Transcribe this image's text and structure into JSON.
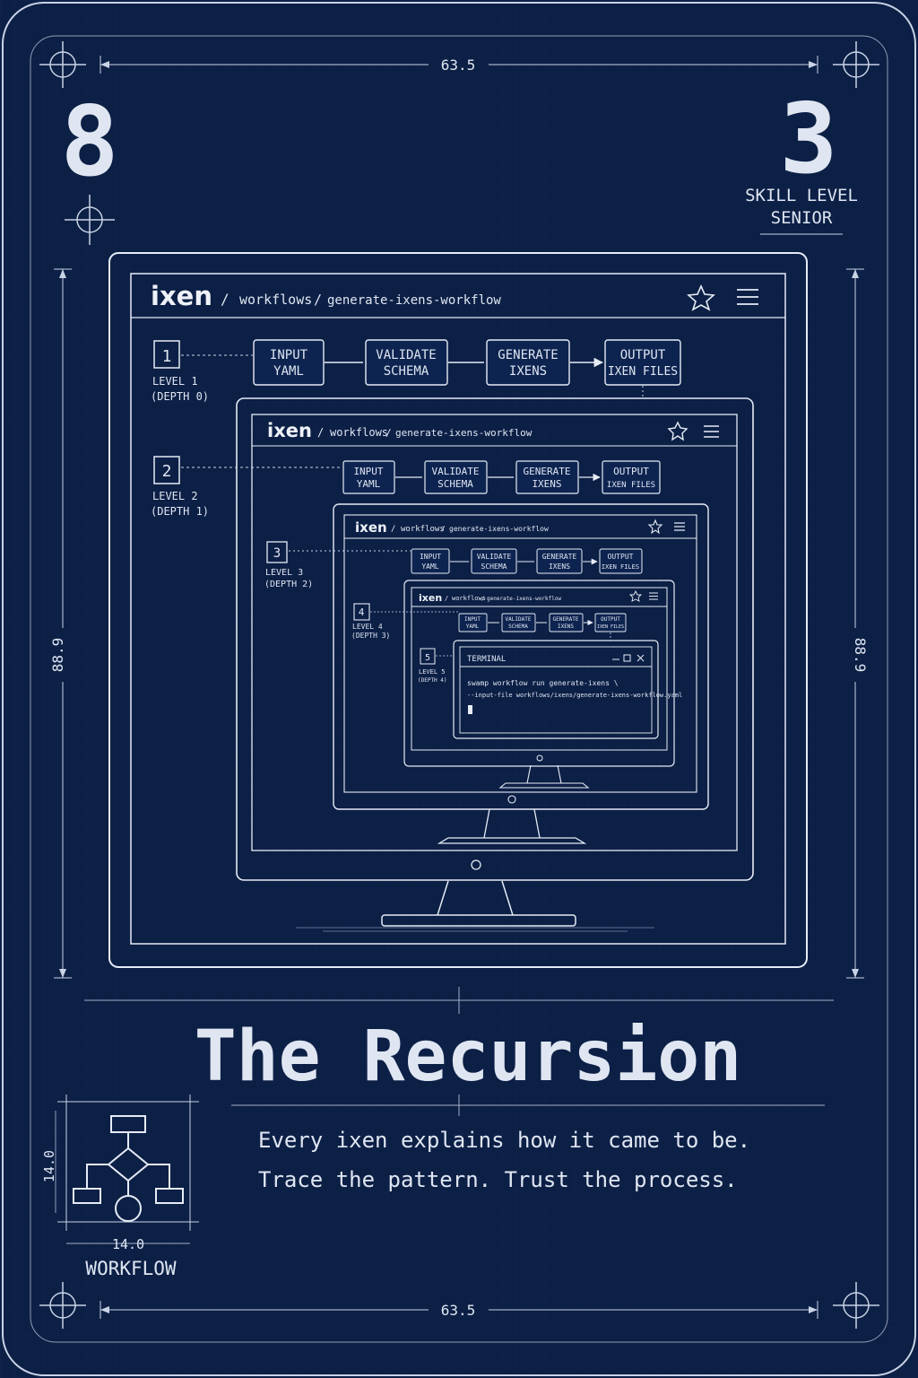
{
  "card": {
    "rank": "8",
    "skill_number": "3",
    "skill_label": "SKILL LEVEL",
    "skill_name": "SENIOR",
    "title": "The Recursion",
    "tagline_1": "Every ixen explains how it came to be.",
    "tagline_2": "Trace the pattern. Trust the process.",
    "category": "WORKFLOW",
    "dim_width": "63.5",
    "dim_height": "88.9",
    "icon_dim": "14.0"
  },
  "app": {
    "brand": "ixen",
    "crumb_1": "workflows",
    "crumb_2": "generate-ixens-workflow",
    "sep": "/"
  },
  "pipeline": {
    "step_1_a": "INPUT",
    "step_1_b": "YAML",
    "step_2_a": "VALIDATE",
    "step_2_b": "SCHEMA",
    "step_3_a": "GENERATE",
    "step_3_b": "IXENS",
    "step_4_a": "OUTPUT",
    "step_4_b": "IXEN FILES"
  },
  "levels": [
    {
      "num": "1",
      "label": "LEVEL 1",
      "depth": "(DEPTH 0)"
    },
    {
      "num": "2",
      "label": "LEVEL 2",
      "depth": "(DEPTH 1)"
    },
    {
      "num": "3",
      "label": "LEVEL 3",
      "depth": "(DEPTH 2)"
    },
    {
      "num": "4",
      "label": "LEVEL 4",
      "depth": "(DEPTH 3)"
    },
    {
      "num": "5",
      "label": "LEVEL 5",
      "depth": "(DEPTH 4)"
    }
  ],
  "terminal": {
    "title": "TERMINAL",
    "line_1": "swamp workflow run generate-ixens \\",
    "line_2": "--input-file workflows/ixens/generate-ixens-workflow.yaml"
  }
}
